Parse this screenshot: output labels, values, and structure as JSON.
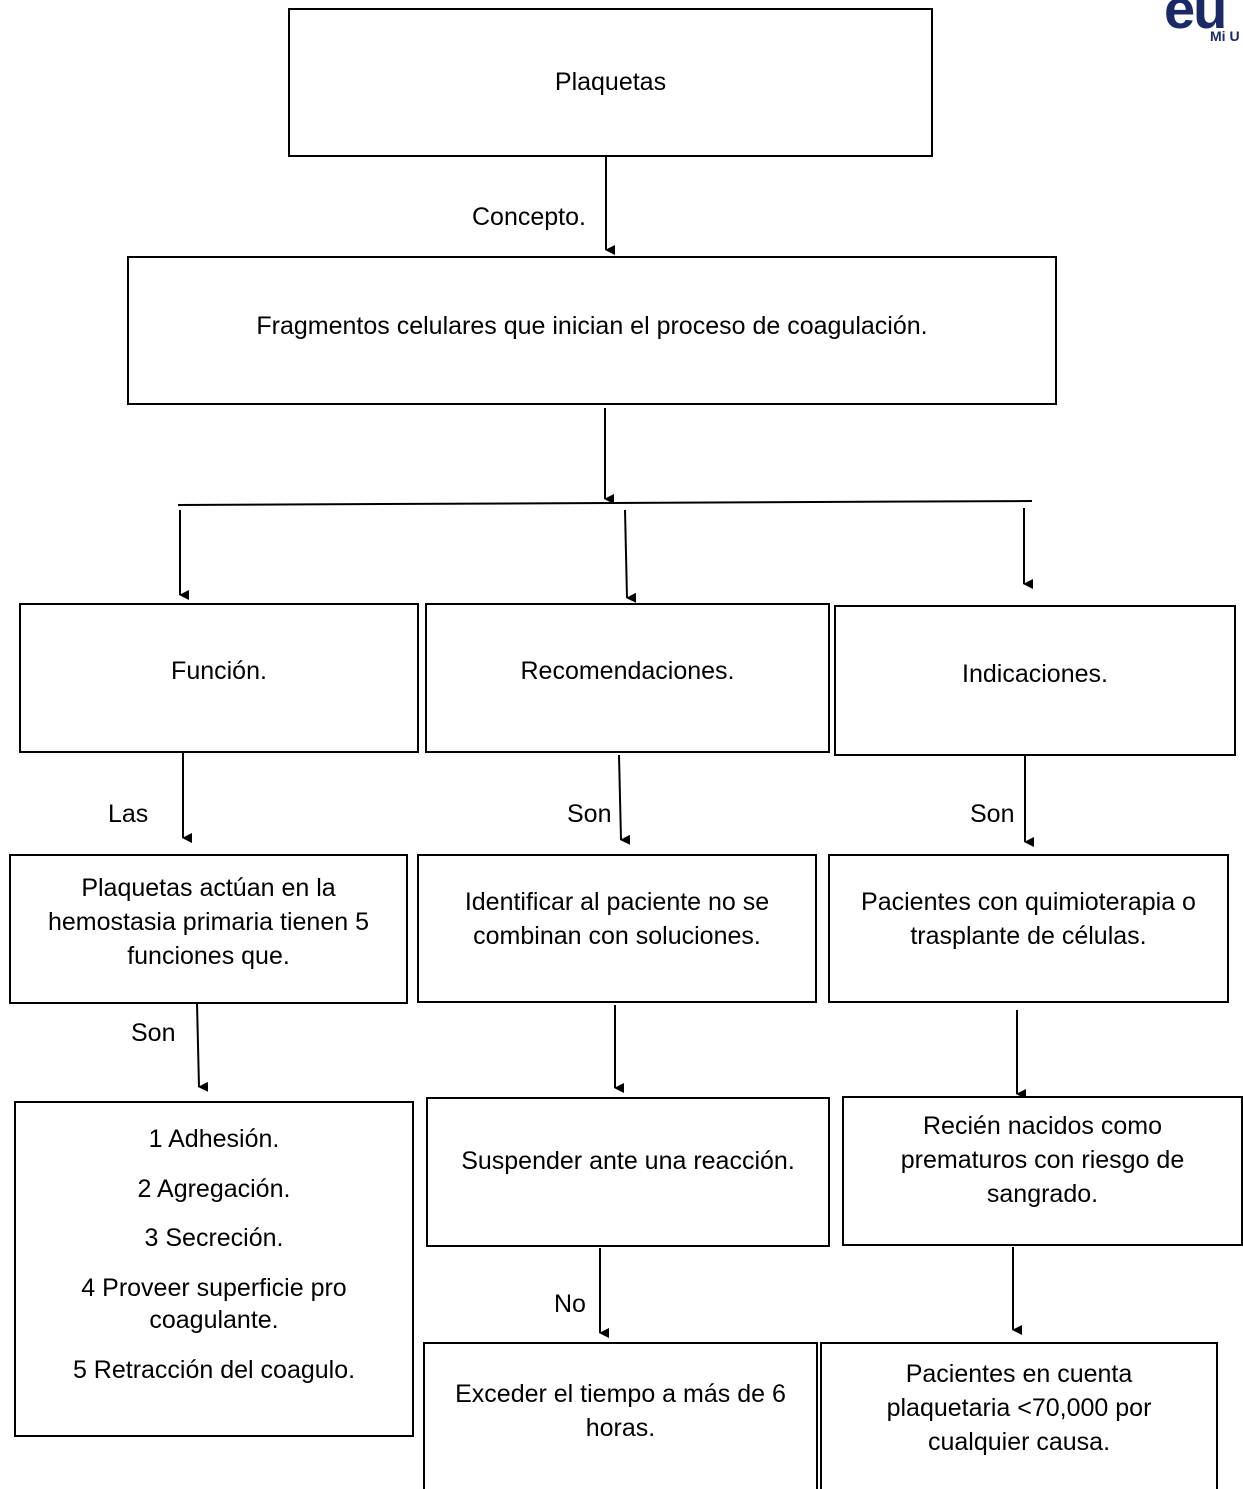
{
  "logo": {
    "mark": "eu",
    "text": "Mi U"
  },
  "nodes": {
    "root": "Plaquetas",
    "concept": "Fragmentos celulares que inician el proceso de coagulación.",
    "funcion": "Función.",
    "recomendaciones": "Recomendaciones.",
    "indicaciones": "Indicaciones.",
    "funcion_detail": "Plaquetas actúan en la hemostasia primaria tienen 5 funciones que.",
    "recom_1": "Identificar al paciente no se combinan con soluciones.",
    "indic_1": "Pacientes con quimioterapia o trasplante de células.",
    "recom_2": "Suspender ante una reacción.",
    "indic_2": "Recién nacidos como prematuros con riesgo de sangrado.",
    "recom_3": "Exceder el tiempo a más de 6 horas.",
    "indic_3": "Pacientes en cuenta plaquetaria <70,000 por cualquier causa."
  },
  "functions_list": [
    "1 Adhesión.",
    "2 Agregación.",
    "3 Secreción.",
    "4 Proveer superficie pro coagulante.",
    "5 Retracción del coagulo."
  ],
  "edge_labels": {
    "concepto": "Concepto.",
    "las": "Las",
    "son_recom": "Son",
    "son_indic": "Son",
    "son_func": "Son",
    "no": "No"
  }
}
